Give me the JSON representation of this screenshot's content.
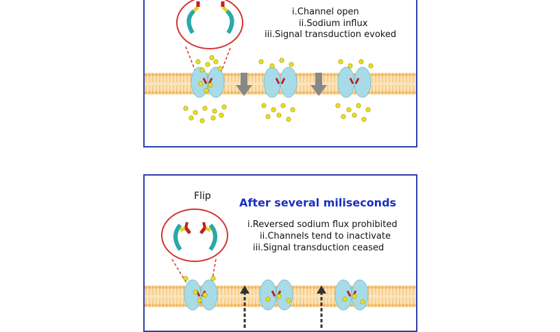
{
  "top_panel": {
    "steps": [
      "i.Channel open",
      "ii.Sodium influx",
      "iii.Signal transduction evoked"
    ]
  },
  "bottom_panel": {
    "flip_label": "Flip",
    "heading": "After several miliseconds",
    "steps": [
      "i.Reversed sodium flux prohibited",
      "ii.Channels tend to inactivate",
      "iii.Signal transduction ceased"
    ]
  },
  "colors": {
    "frame": "#2a3fa8",
    "heading": "#1a2fc0",
    "membrane": "#f2b860",
    "channel": "#a8dbe8",
    "sodium": "#e8e020",
    "zoom_circle": "#d63030",
    "arrow_gray": "#888888"
  }
}
